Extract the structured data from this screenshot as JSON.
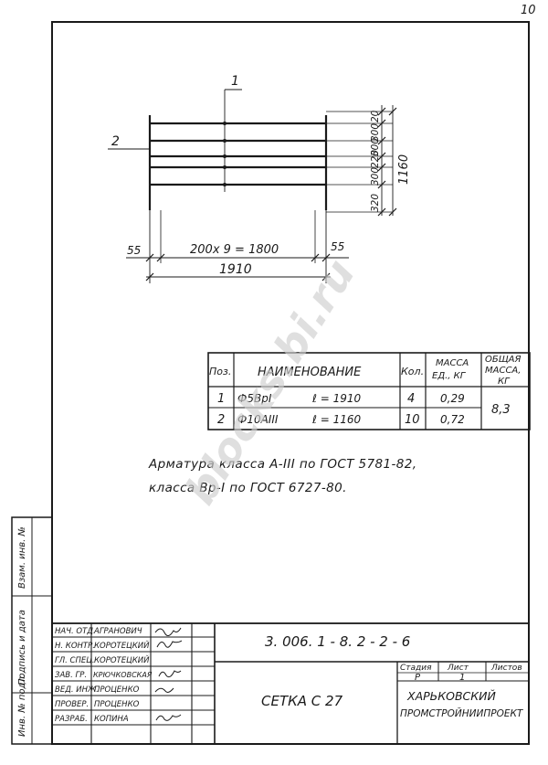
{
  "page_number": "10",
  "drawing": {
    "position_vertical": "1",
    "position_horizontal": "2",
    "dims_right": [
      "20",
      "300",
      "300",
      "220",
      "300",
      "320"
    ],
    "total_height": "1160",
    "left_offset": "55",
    "right_offset": "55",
    "span_label": "200x 9 = 1800",
    "total_width": "1910"
  },
  "spec_table": {
    "headers": {
      "pos": "Поз.",
      "name": "НАИМЕНОВАНИЕ",
      "qty": "Кол.",
      "mass_unit_1": "МАССА",
      "mass_unit_2": "ЕД., КГ",
      "mass_total_1": "ОБЩАЯ",
      "mass_total_2": "МАССА,",
      "mass_total_3": "КГ"
    },
    "rows": [
      {
        "pos": "1",
        "bar": "Ф5ВрI",
        "length": "ℓ = 1910",
        "qty": "4",
        "mass": "0,29"
      },
      {
        "pos": "2",
        "bar": "Ф10АIII",
        "length": "ℓ = 1160",
        "qty": "10",
        "mass": "0,72"
      }
    ],
    "total_mass": "8,3"
  },
  "notes": {
    "line1": "Арматура класса А-III по ГОСТ 5781-82,",
    "line2": "класса Вр-I по ГОСТ 6727-80."
  },
  "watermark": "blocks.bi.ru",
  "left_margin": {
    "a": "Инв. № подл.",
    "b": "Подпись и дата",
    "c": "Взам. инв. №"
  },
  "title_block": {
    "roles": [
      "НАЧ. ОТД.",
      "Н. КОНТР.",
      "ГЛ. СПЕЦ.",
      "ЗАВ. ГР.",
      "ВЕД. ИНЖ.",
      "ПРОВЕР.",
      "РАЗРАБ."
    ],
    "names": [
      "АГРАНОВИЧ",
      "КОРОТЕЦКИЙ",
      "КОРОТЕЦКИЙ",
      "КРЮЧКОВСКАЯ",
      "ПРОЦЕНКО",
      "ПРОЦЕНКО",
      "КОПИНА"
    ],
    "code": "3. 006. 1 - 8. 2 - 2 - 6",
    "title": "СЕТКА С 27",
    "stage_label": "Стадия",
    "sheet_label": "Лист",
    "sheets_label": "Листов",
    "stage": "Р",
    "sheet": "1",
    "org_1": "ХАРЬКОВСКИЙ",
    "org_2": "ПРОМСТРОЙНИИПРОЕКТ"
  }
}
